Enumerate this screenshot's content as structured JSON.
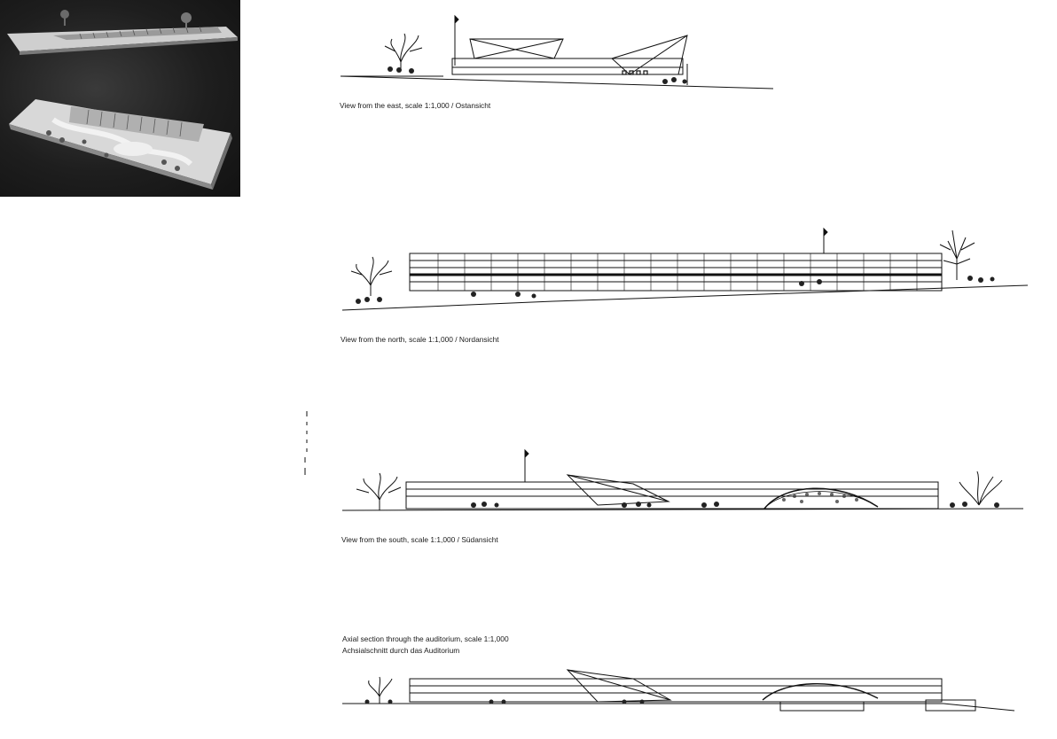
{
  "captions": {
    "east": "View from the east, scale 1:1,000 / Ostansicht",
    "north": "View from the north, scale 1:1,000 / Nordansicht",
    "south": "View from the south, scale 1:1,000 / Südansicht",
    "section_line1": "Axial section through the auditorium, scale 1:1,000",
    "section_line2": "Achsialschnitt durch das Auditorium"
  },
  "photo": {
    "description_label": "",
    "background_color": "#1e1e1e"
  },
  "colors": {
    "ink": "#111111",
    "paper": "#ffffff"
  }
}
